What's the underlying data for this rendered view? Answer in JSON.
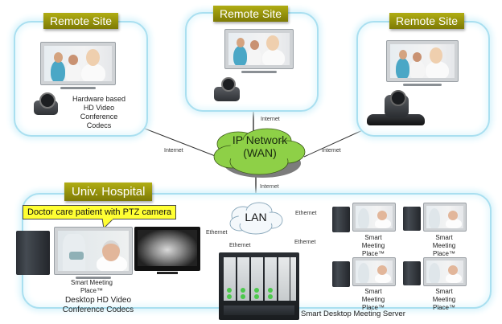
{
  "remote_sites": [
    {
      "badge": "Remote Site",
      "caption_lines": [
        "Hardware  based",
        "HD Video",
        "Conference",
        "Codecs"
      ]
    },
    {
      "badge": "Remote Site",
      "caption_lines": []
    },
    {
      "badge": "Remote Site",
      "caption_lines": []
    }
  ],
  "wan": {
    "line1": "IP Network",
    "line2": "(WAN)"
  },
  "links": {
    "internet_top": "Internet",
    "internet_left": "Internet",
    "internet_right": "Internet",
    "internet_bottom": "Internet",
    "ethernet_left": "Ethernet",
    "ethernet_down": "Ethernet",
    "ethernet_right_top": "Ethernet",
    "ethernet_right_bottom": "Ethernet"
  },
  "hospital": {
    "badge": "Univ. Hospital",
    "callout": "Doctor care patient with PTZ camera",
    "desktop_label_lines": [
      "Smart Meeting",
      "Place™"
    ],
    "desktop_caption_lines": [
      "Desktop HD Video",
      "Conference  Codecs"
    ],
    "lan": "LAN",
    "server_caption": "Smart Desktop Meeting Server",
    "endpoints": [
      {
        "lines": [
          "Smart",
          "Meeting",
          "Place™"
        ]
      },
      {
        "lines": [
          "Smart",
          "Meeting",
          "Place™"
        ]
      },
      {
        "lines": [
          "Smart",
          "Meeting",
          "Place™"
        ]
      },
      {
        "lines": [
          "Smart",
          "Meeting",
          "Place™"
        ]
      }
    ]
  },
  "colors": {
    "badge": "#9a9710",
    "frame": "#a9dff0",
    "wan_cloud": "#8ed047",
    "callout": "#ffff33"
  }
}
